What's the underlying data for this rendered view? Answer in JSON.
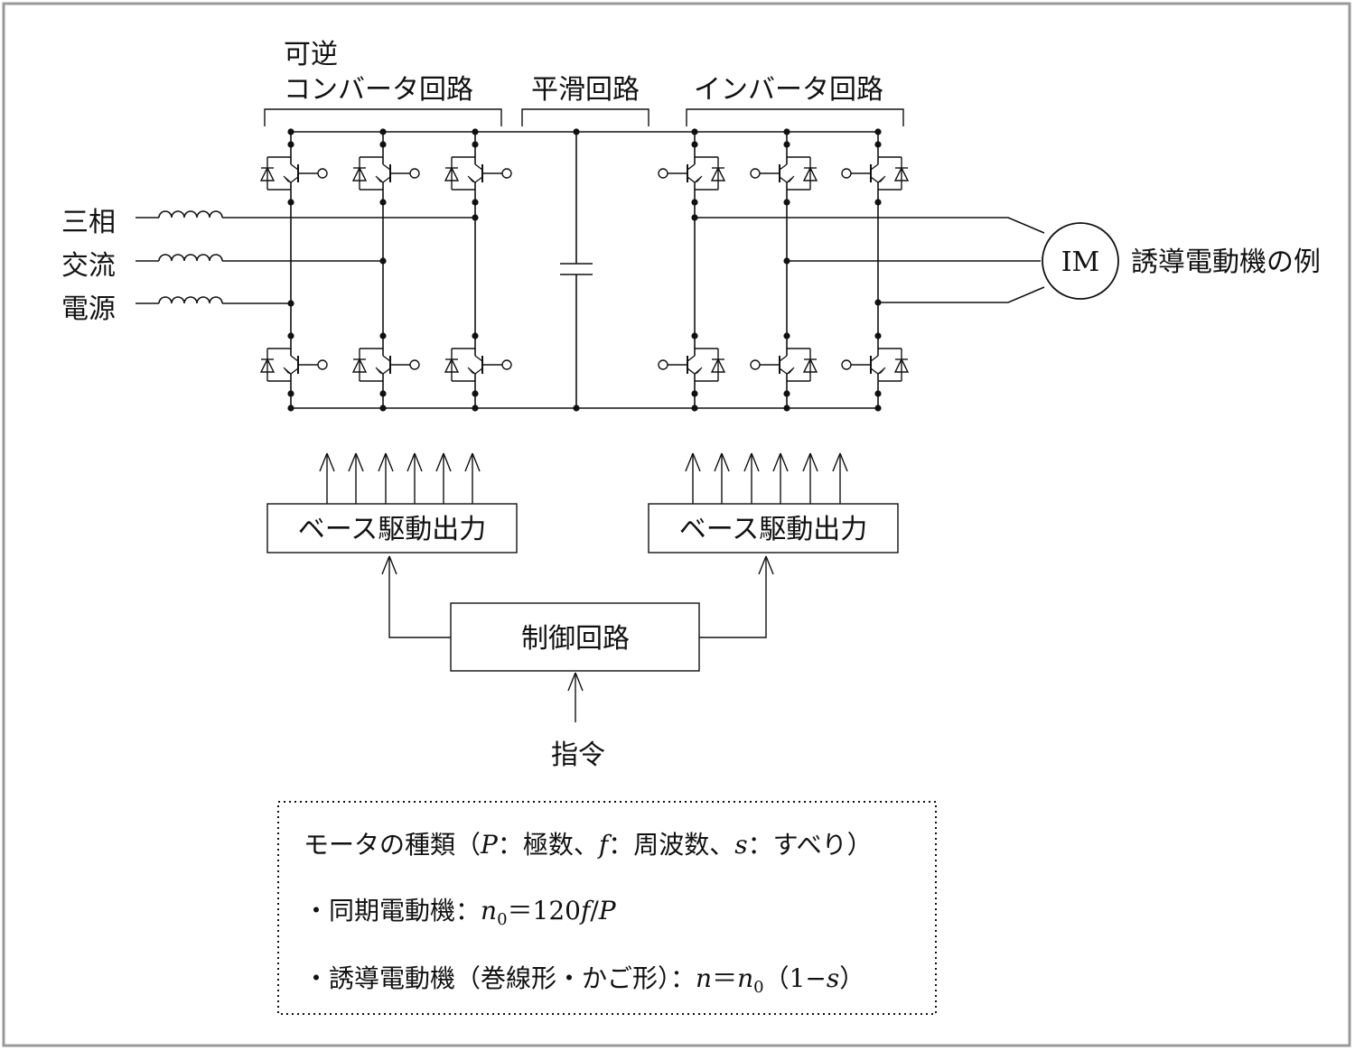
{
  "labels": {
    "converter_prefix": "可逆",
    "converter": "コンバータ回路",
    "smoothing": "平滑回路",
    "inverter": "インバータ回路",
    "source": [
      "三相",
      "交流",
      "電源"
    ],
    "motor": "IM",
    "motor_example": "誘導電動機の例",
    "base_drive_left": "ベース駆動出力",
    "base_drive_right": "ベース駆動出力",
    "control": "制御回路",
    "command": "指令"
  },
  "note": {
    "title": "モータの種類（",
    "p_sym": "P",
    "p_desc": "：極数、",
    "f_sym": "f",
    "f_desc": "：周波数、",
    "s_sym": "s",
    "s_desc": "：すべり）",
    "sync_label": "・同期電動機：",
    "sync_n": "n",
    "sync_sub": "0",
    "sync_eq": "＝120",
    "sync_f": "f",
    "sync_slash": "/",
    "sync_p": "P",
    "ind_label": "・誘導電動機（巻線形・かご形）：",
    "ind_n": "n",
    "ind_eq": "＝",
    "ind_n0": "n",
    "ind_sub": "0",
    "ind_paren": "（1−",
    "ind_s": "s",
    "ind_close": "）"
  }
}
